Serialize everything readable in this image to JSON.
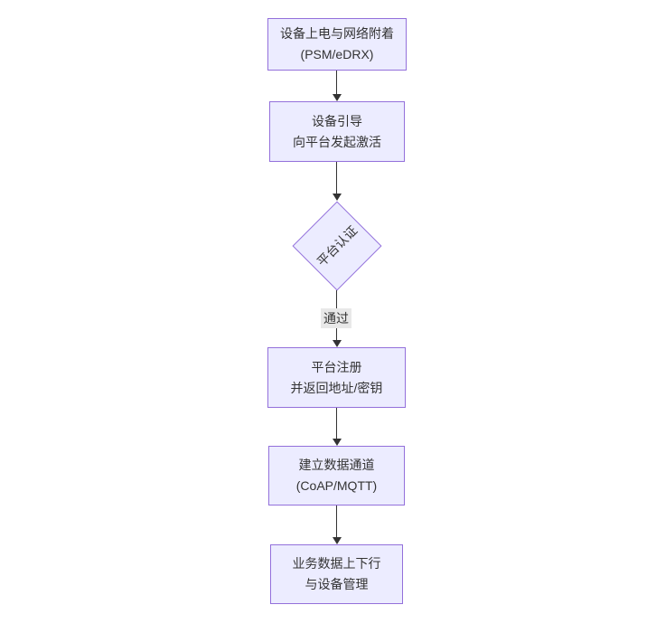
{
  "diagram": {
    "type": "flowchart",
    "direction": "top-down",
    "colors": {
      "background": "#ffffff",
      "node_fill": "#ececff",
      "node_border": "#9370db",
      "text": "#333333",
      "edge": "#333333",
      "edge_label_background": "#e8e8e8"
    },
    "nodes": [
      {
        "id": "power-attach",
        "shape": "rect",
        "line1": "设备上电与网络附着",
        "line2": "(PSM/eDRX)"
      },
      {
        "id": "bootstrap",
        "shape": "rect",
        "line1": "设备引导",
        "line2": "向平台发起激活"
      },
      {
        "id": "auth",
        "shape": "diamond",
        "line1": "平台认证",
        "line2": ""
      },
      {
        "id": "register",
        "shape": "rect",
        "line1": "平台注册",
        "line2": "并返回地址/密钥"
      },
      {
        "id": "channel",
        "shape": "rect",
        "line1": "建立数据通道",
        "line2": "(CoAP/MQTT)"
      },
      {
        "id": "business",
        "shape": "rect",
        "line1": "业务数据上下行",
        "line2": "与设备管理"
      }
    ],
    "edges": [
      {
        "from": "power-attach",
        "to": "bootstrap",
        "label": ""
      },
      {
        "from": "bootstrap",
        "to": "auth",
        "label": ""
      },
      {
        "from": "auth",
        "to": "register",
        "label": "通过"
      },
      {
        "from": "register",
        "to": "channel",
        "label": ""
      },
      {
        "from": "channel",
        "to": "business",
        "label": ""
      }
    ]
  }
}
